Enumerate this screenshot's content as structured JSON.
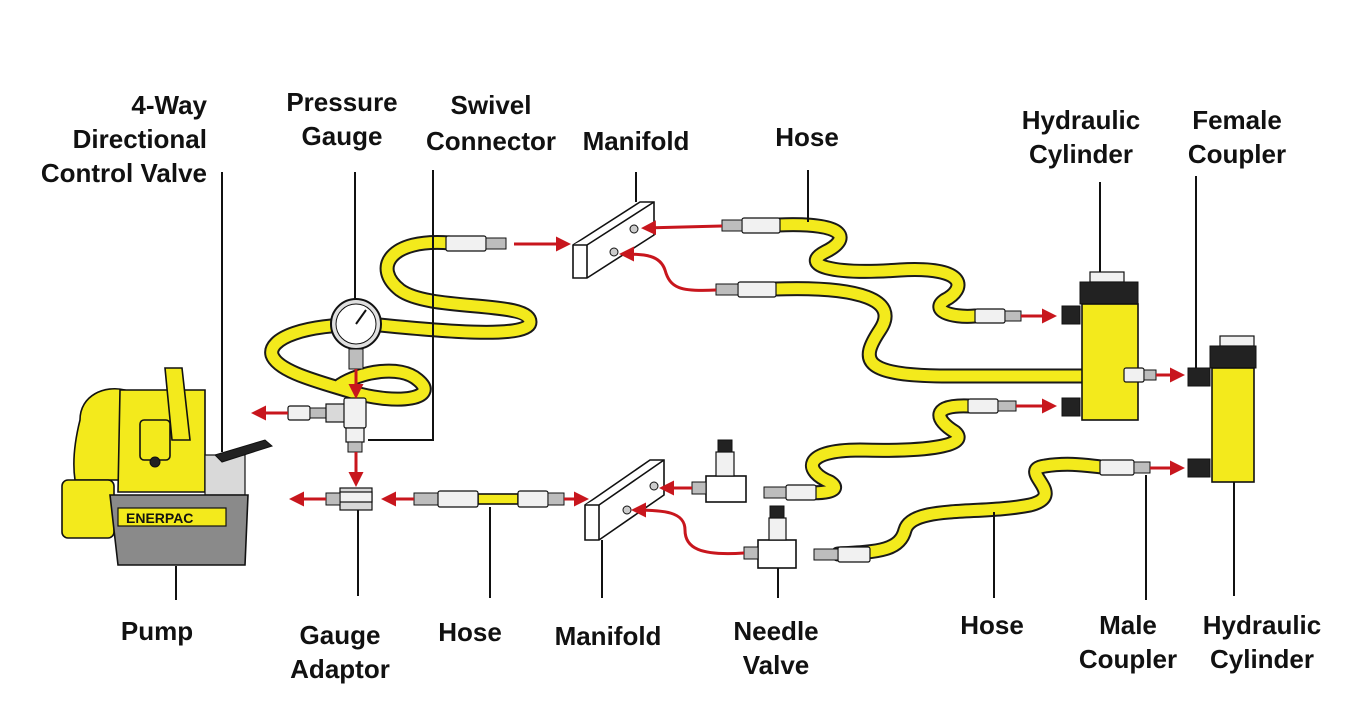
{
  "labels": {
    "directional_valve": [
      "4-Way",
      "Directional",
      "Control Valve"
    ],
    "pressure_gauge": [
      "Pressure",
      "Gauge"
    ],
    "swivel_connector": [
      "Swivel",
      "Connector"
    ],
    "manifold_top": "Manifold",
    "hose_top": "Hose",
    "hydraulic_cylinder_top": [
      "Hydraulic",
      "Cylinder"
    ],
    "female_coupler": [
      "Female",
      "Coupler"
    ],
    "pump": "Pump",
    "gauge_adaptor": [
      "Gauge",
      "Adaptor"
    ],
    "hose_bottom_left": "Hose",
    "manifold_bottom": "Manifold",
    "needle_valve": [
      "Needle",
      "Valve"
    ],
    "hose_bottom_right": "Hose",
    "male_coupler": [
      "Male",
      "Coupler"
    ],
    "hydraulic_cylinder_bottom": [
      "Hydraulic",
      "Cylinder"
    ]
  },
  "pump_brand": "ENERPAC",
  "colors": {
    "hose_yellow": "#f3ea1c",
    "flow_arrow_red": "#c8161d",
    "pump_body_gray": "#8a8a8a",
    "outline_black": "#111111"
  }
}
